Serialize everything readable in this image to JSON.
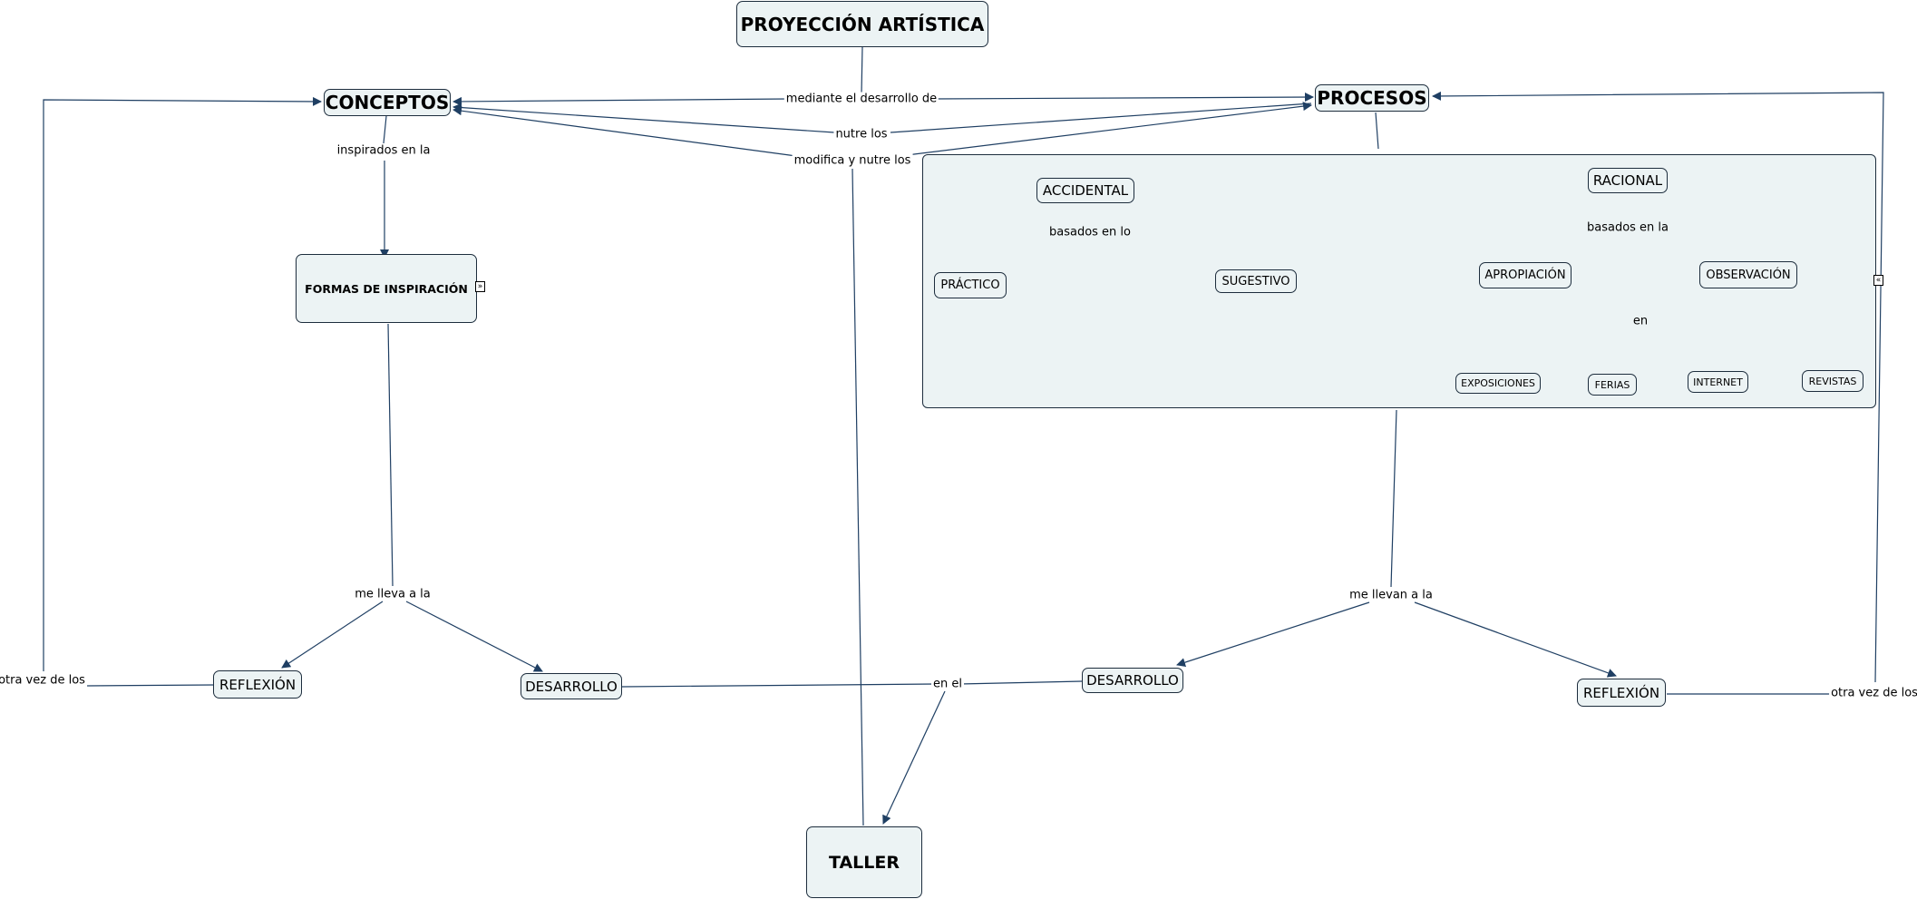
{
  "concepts": {
    "proyeccion": "PROYECCIÓN ARTÍSTICA",
    "conceptos": "CONCEPTOS",
    "procesos": "PROCESOS",
    "formas": "FORMAS DE INSPIRACIÓN",
    "accidental": "ACCIDENTAL",
    "racional": "RACIONAL",
    "practico": "PRÁCTICO",
    "sugestivo": "SUGESTIVO",
    "apropiacion": "APROPIACIÓN",
    "observacion": "OBSERVACIÓN",
    "exposiciones": "EXPOSICIONES",
    "ferias": "FERIAS",
    "internet": "INTERNET",
    "revistas": "REVISTAS",
    "reflexion_left": "REFLEXIÓN",
    "desarrollo_left": "DESARROLLO",
    "desarrollo_mid": "DESARROLLO",
    "reflexion_right": "REFLEXIÓN",
    "taller": "TALLER"
  },
  "linking_phrases": {
    "mediante": "mediante el desarrollo de",
    "nutre": "nutre los",
    "modifica": "modifica y nutre los",
    "inspirados": "inspirados en la",
    "basados_lo": "basados en lo",
    "basados_la": "basados en la",
    "en": "en",
    "me_lleva": "me lleva a la",
    "me_llevan": "me llevan a la",
    "en_el": "en el",
    "otra_vez_left": "otra vez de los",
    "otra_vez_right": "otra vez de los"
  },
  "expanders": {
    "formas_toggle": "»",
    "group_toggle": "«"
  },
  "colors": {
    "line": "#1f3f63",
    "node_fill": "#ecf3f4",
    "border": "#1d2d3d"
  }
}
